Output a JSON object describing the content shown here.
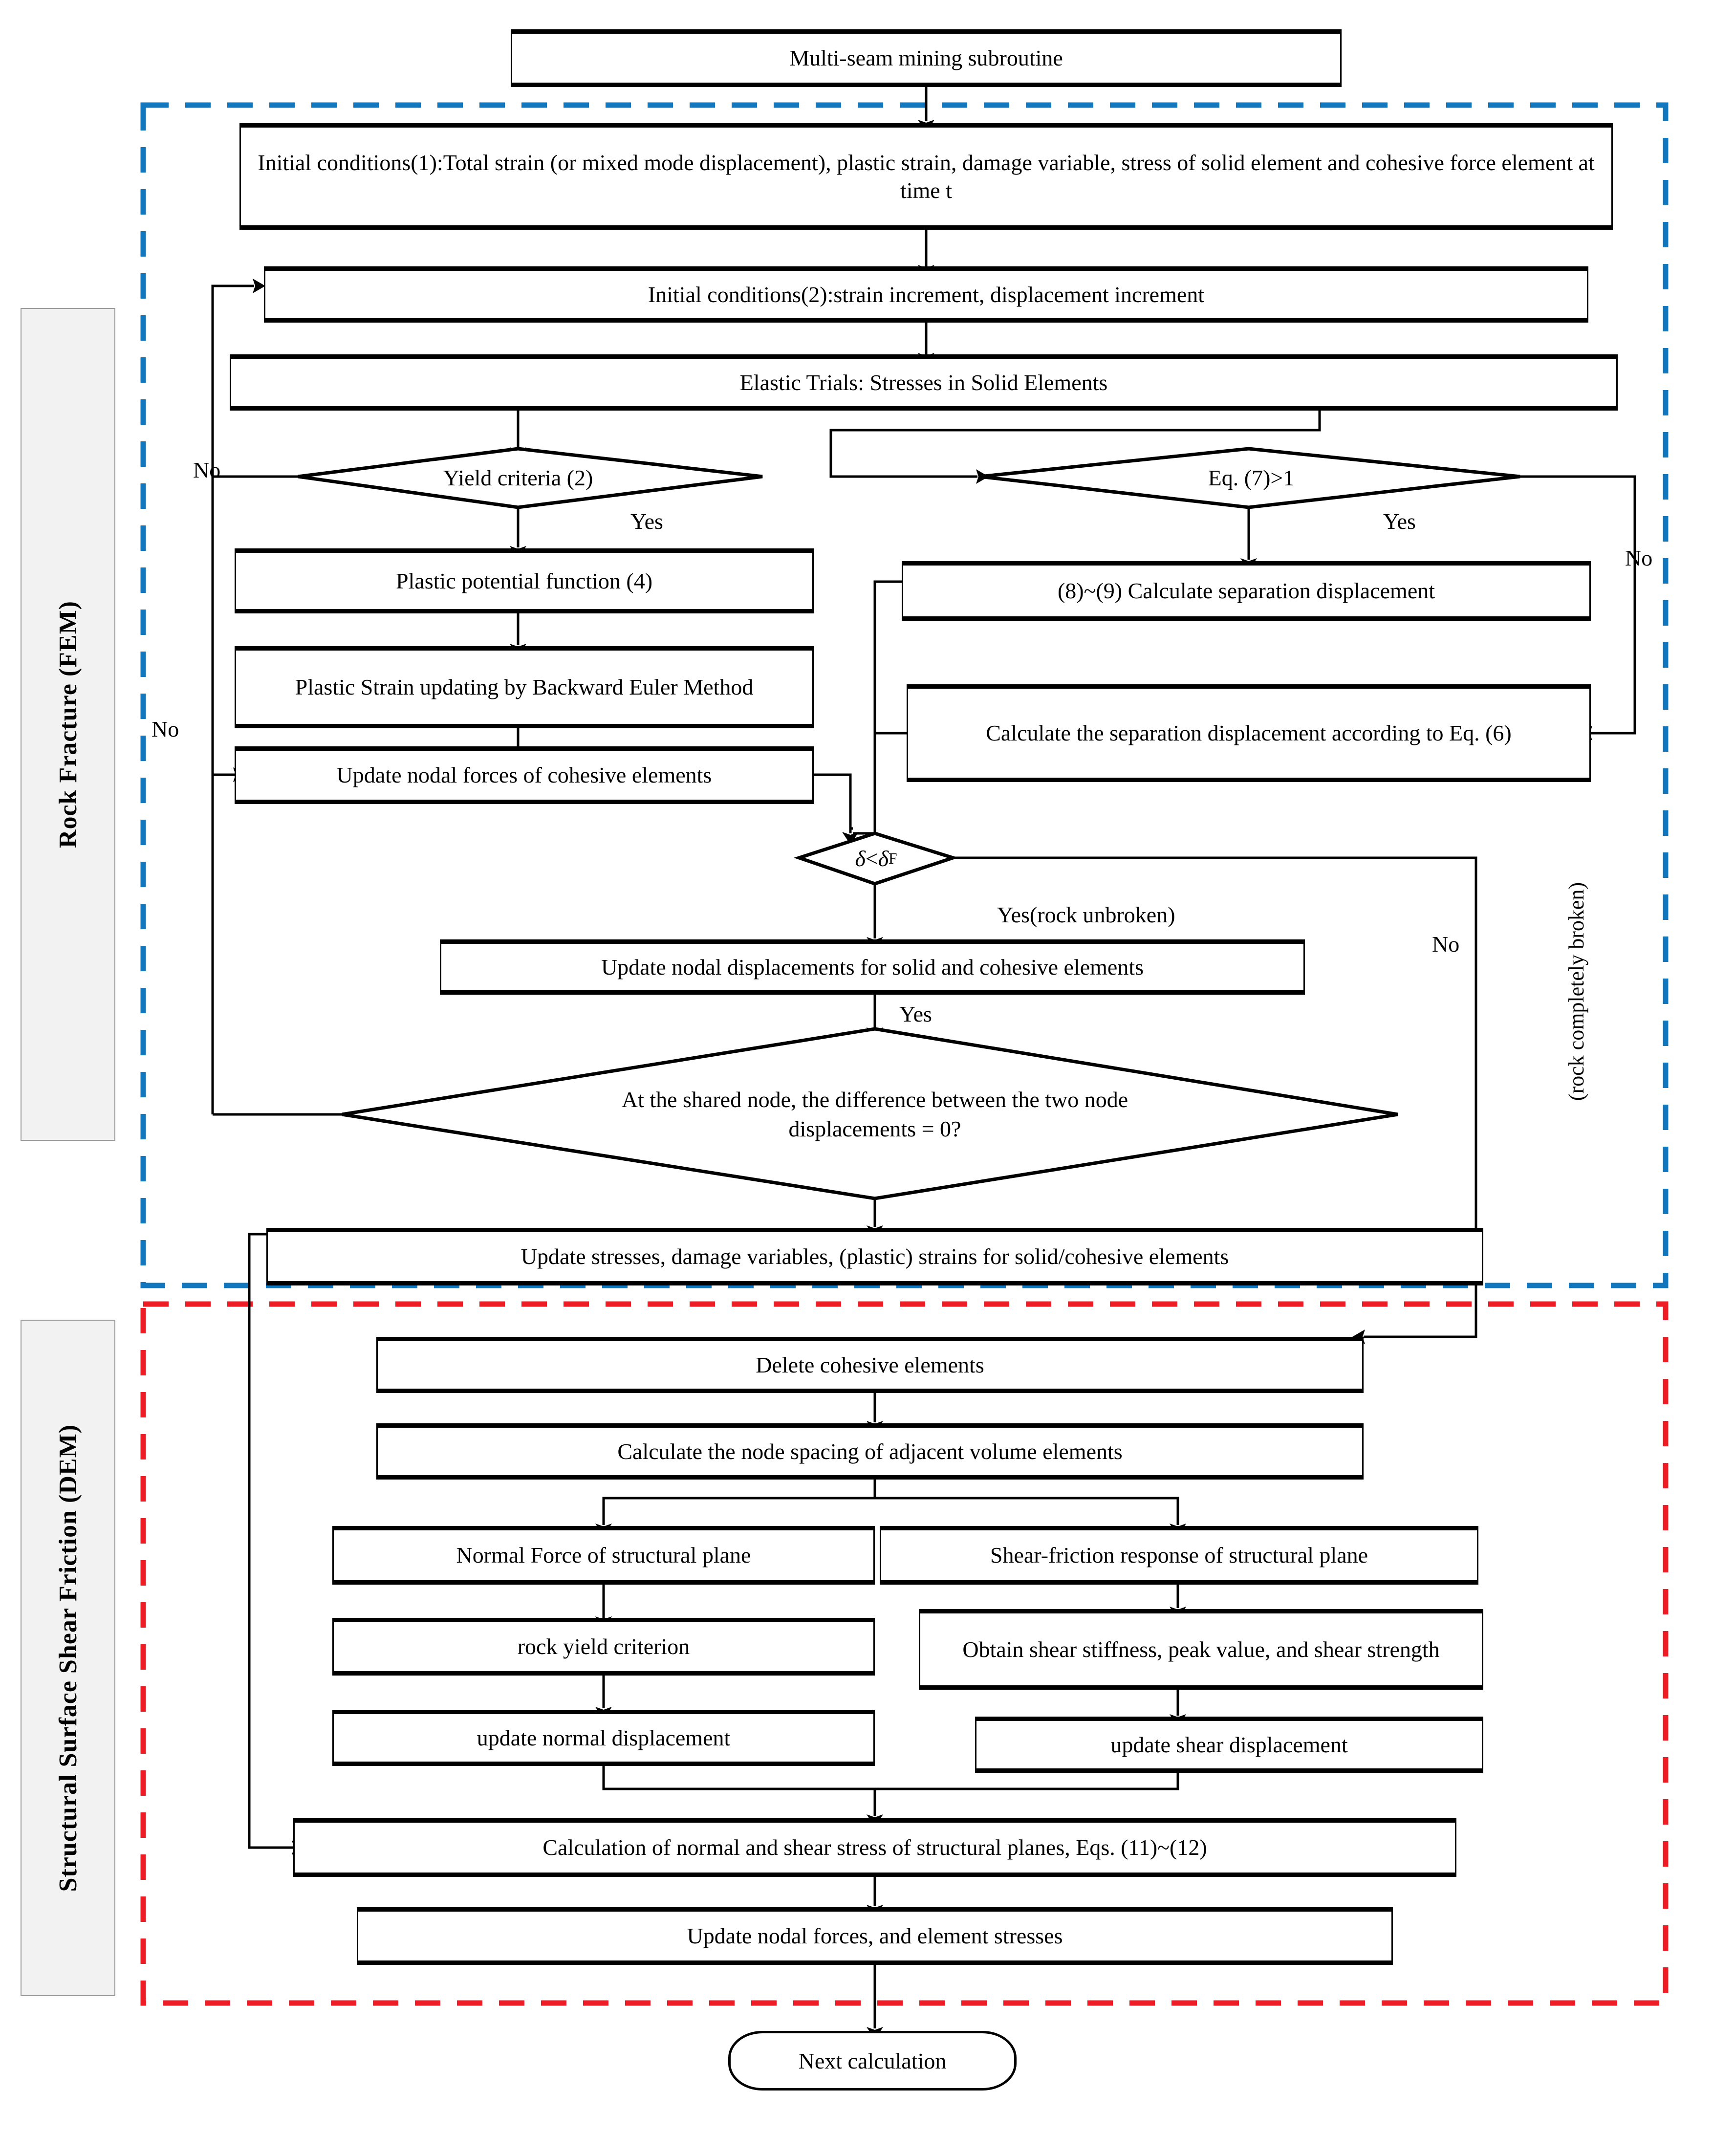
{
  "diagram": {
    "title": "Multi-seam mining subroutine flowchart",
    "colors": {
      "fem_border": "#1277bd",
      "dem_border": "#ee1c25",
      "band_bg": "#f2f2f2",
      "band_border": "#9a9a9a",
      "stroke": "#000000"
    }
  },
  "bands": {
    "fem": "Rock Fracture (FEM)",
    "dem": "Structural Surface Shear Friction (DEM)"
  },
  "nodes": {
    "start": "Multi-seam mining subroutine",
    "init1": "Initial conditions(1):Total strain (or mixed mode displacement), plastic strain, damage variable, stress of solid element and cohesive force element at time t",
    "init2": "Initial conditions(2):strain increment, displacement increment",
    "elastic": "Elastic Trials: Stresses in Solid Elements",
    "yield": "Yield criteria (2)",
    "eq7": "Eq. (7)>1",
    "plastic_potential": "Plastic potential function (4)",
    "plastic_strain": "Plastic Strain updating by Backward Euler Method",
    "update_nodal_forces": "Update nodal forces of cohesive elements",
    "calc_sep_89": "(8)~(9) Calculate separation displacement",
    "calc_sep_eq6": "Calculate the separation displacement according to Eq. (6)",
    "delta_cmp": "δ<δF",
    "delta_cmp_lhs": "δ",
    "delta_cmp_op": "<",
    "delta_cmp_rhs_base": "δ",
    "delta_cmp_rhs_sub": "F",
    "update_nodal_disp": "Update nodal displacements for solid and cohesive elements",
    "shared_node_l1": "At the shared node, the difference between the two node",
    "shared_node_l2": "displacements = 0?",
    "update_stresses": "Update stresses, damage variables, (plastic) strains for solid/cohesive elements",
    "delete_cohesive": "Delete cohesive elements",
    "node_spacing": "Calculate the node spacing of adjacent volume elements",
    "normal_force": "Normal Force of structural plane",
    "shear_friction": "Shear-friction response of structural plane",
    "rock_yield": "rock yield criterion",
    "obtain_shear": "Obtain shear stiffness, peak value, and shear strength",
    "update_normal_disp": "update normal displacement",
    "update_shear_disp": "update shear displacement",
    "calc_normal_shear": "Calculation of normal and shear stress of structural planes, Eqs. (11)~(12)",
    "update_forces_stresses": "Update nodal forces, and element stresses",
    "next": "Next calculation"
  },
  "edge_labels": {
    "yield_no": "No",
    "yield_yes": "Yes",
    "eq7_yes": "Yes",
    "eq7_no": "No",
    "cohesive_loop_no": "No",
    "delta_yes": "Yes(rock unbroken)",
    "delta_no": "No",
    "shared_yes": "Yes",
    "rock_broken": "(rock completely broken)"
  }
}
